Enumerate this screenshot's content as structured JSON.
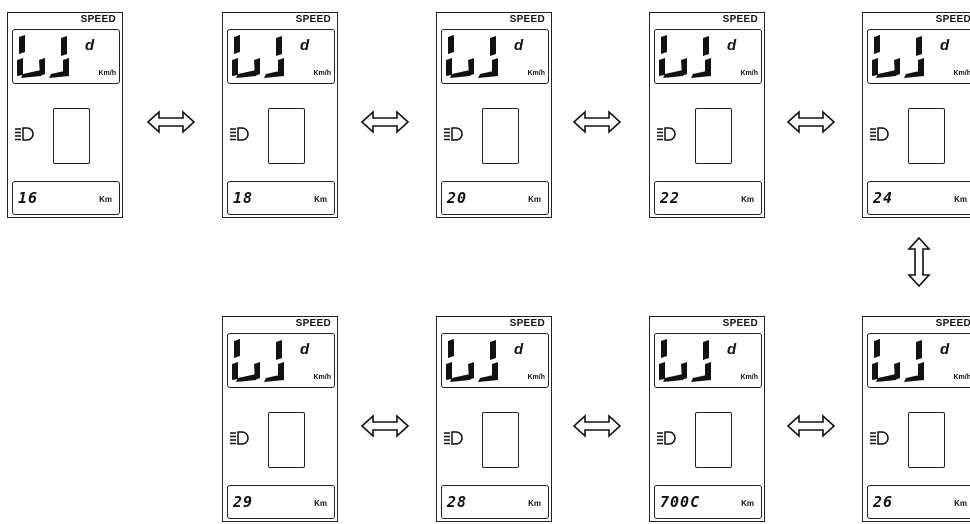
{
  "speed_label": "SPEED",
  "speed_unit": "Km/h",
  "odo_unit": "Km",
  "screens_top": [
    {
      "odo": "16"
    },
    {
      "odo": "18"
    },
    {
      "odo": "20"
    },
    {
      "odo": "22"
    },
    {
      "odo": "24"
    }
  ],
  "screens_bottom": [
    {
      "odo": "29"
    },
    {
      "odo": "28"
    },
    {
      "odo": "700C"
    },
    {
      "odo": "26"
    }
  ],
  "icons": {
    "arrow": "double-arrow-horizontal-icon",
    "arrow_vertical": "double-arrow-vertical-icon",
    "light": "headlight-icon"
  }
}
